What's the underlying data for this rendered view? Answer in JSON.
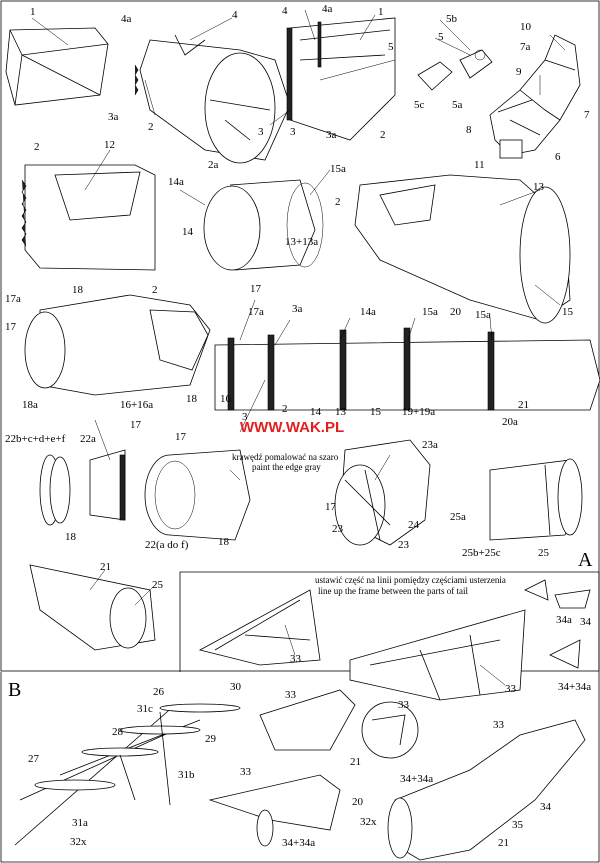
{
  "section_a": {
    "letter": "A",
    "website": "WWW.WAK.PL",
    "note_pl": "krawędź pomalować na szaro",
    "note_en": "paint the edge gray",
    "labels": [
      "1",
      "4a",
      "4",
      "3a",
      "2",
      "2a",
      "3",
      "4",
      "4a",
      "1",
      "5",
      "3",
      "3a",
      "2",
      "5b",
      "5",
      "5c",
      "5a",
      "10",
      "7a",
      "9",
      "7",
      "8",
      "6",
      "11",
      "2",
      "12",
      "14a",
      "15a",
      "14",
      "13+13a",
      "2",
      "13",
      "15",
      "17",
      "18",
      "2",
      "17a",
      "18a",
      "16+16a",
      "17",
      "17a",
      "3a",
      "14a",
      "15a",
      "20",
      "15a",
      "18",
      "16",
      "3",
      "2",
      "14",
      "13",
      "15",
      "19+19a",
      "20a",
      "21",
      "22b+c+d+e+f",
      "22a",
      "17",
      "17",
      "18",
      "22(a do f)",
      "18",
      "23a",
      "17",
      "23",
      "24",
      "23",
      "25a",
      "25b+25c",
      "25",
      "21",
      "25"
    ]
  },
  "section_b": {
    "letter": "B",
    "note_pl": "ustawić część na linii pomiędzy częściami usterzenia",
    "note_en": "line up the frame between the parts of tail",
    "labels": [
      "34a",
      "34",
      "34+34a",
      "33",
      "33",
      "30",
      "26",
      "31c",
      "29",
      "28",
      "31b",
      "27",
      "31a",
      "32x",
      "33",
      "33",
      "33",
      "21",
      "34+34a",
      "33",
      "34+34a",
      "20",
      "32x",
      "34",
      "35",
      "21"
    ]
  }
}
